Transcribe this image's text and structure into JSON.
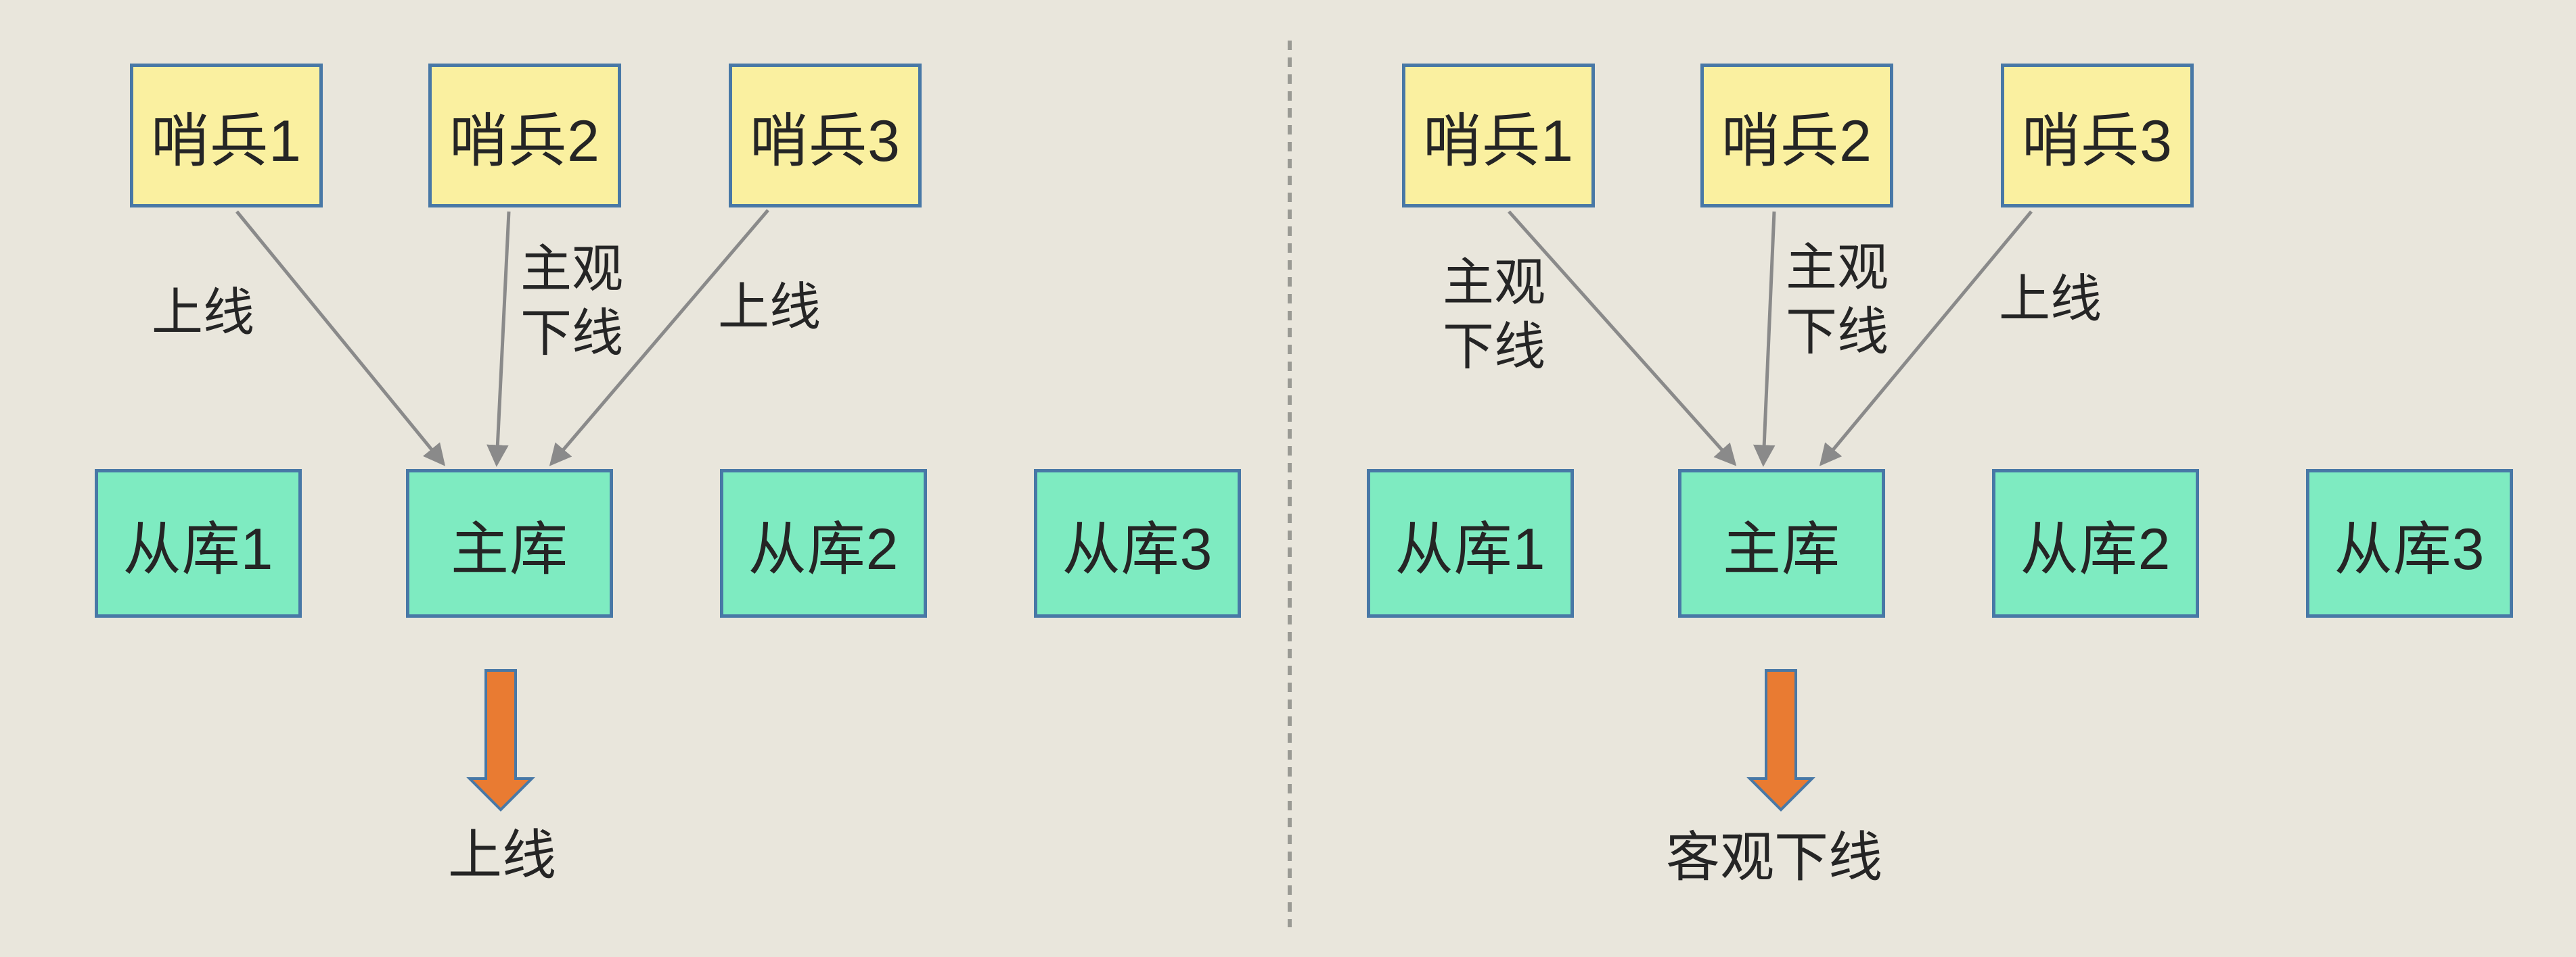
{
  "diagram": {
    "description_labels": {
      "left_verdict": "上线",
      "right_verdict": "客观下线"
    },
    "panels": [
      {
        "id": "left-online",
        "sentinels": [
          "哨兵1",
          "哨兵2",
          "哨兵3"
        ],
        "edge_labels": [
          "上线",
          "主观\n下线",
          "上线"
        ],
        "databases": [
          "从库1",
          "主库",
          "从库2",
          "从库3"
        ],
        "verdict": "上线"
      },
      {
        "id": "right-objective-offline",
        "sentinels": [
          "哨兵1",
          "哨兵2",
          "哨兵3"
        ],
        "edge_labels": [
          "主观\n下线",
          "主观\n下线",
          "上线"
        ],
        "databases": [
          "从库1",
          "主库",
          "从库2",
          "从库3"
        ],
        "verdict": "客观下线"
      }
    ],
    "colors": {
      "background": "#E9E6DC",
      "sentinel_fill": "#FAF0A0",
      "database_fill": "#7EEBC1",
      "box_border": "#4878A6",
      "block_arrow_fill": "#E97B32",
      "edge_arrow": "#8A8A8A",
      "divider": "#9A9A94",
      "text": "#252525"
    }
  }
}
